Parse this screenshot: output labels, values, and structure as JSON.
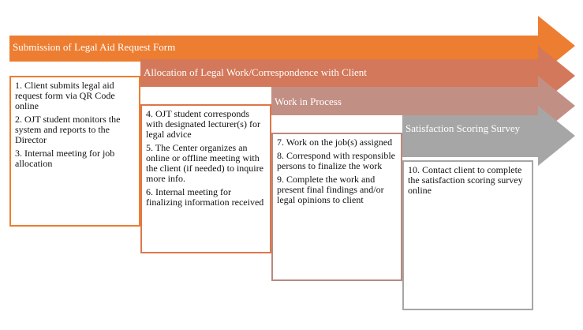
{
  "colors": {
    "stage1": "#ED7D31",
    "stage2": "#D3785A",
    "stage3": "#C28F84",
    "stage4": "#A6A6A6",
    "box1_border": "#ED7D31",
    "box2_border": "#E0764A",
    "box3_border": "#B88A7F",
    "box4_border": "#A6A6A6"
  },
  "stages": [
    {
      "title": "Submission of Legal Aid Request Form",
      "items": [
        "1. Client submits legal aid request form via QR Code online",
        "2. OJT student monitors the system and reports to the Director",
        "3. Internal meeting for job allocation"
      ]
    },
    {
      "title": "Allocation of Legal Work/Correspondence  with Client",
      "items": [
        "4. OJT student corresponds with designated lecturer(s) for legal advice",
        "5. The Center organizes an online or offline meeting with the client (if needed) to inquire more info.",
        "6. Internal meeting for finalizing information received"
      ]
    },
    {
      "title": "Work in Process",
      "items": [
        "7. Work on the job(s) assigned",
        "8. Correspond with responsible persons to finalize the work",
        "9. Complete the work and present final findings and/or legal opinions to client"
      ]
    },
    {
      "title": "Satisfaction Scoring Survey",
      "items": [
        "10. Contact client to complete the satisfaction scoring survey online"
      ]
    }
  ]
}
